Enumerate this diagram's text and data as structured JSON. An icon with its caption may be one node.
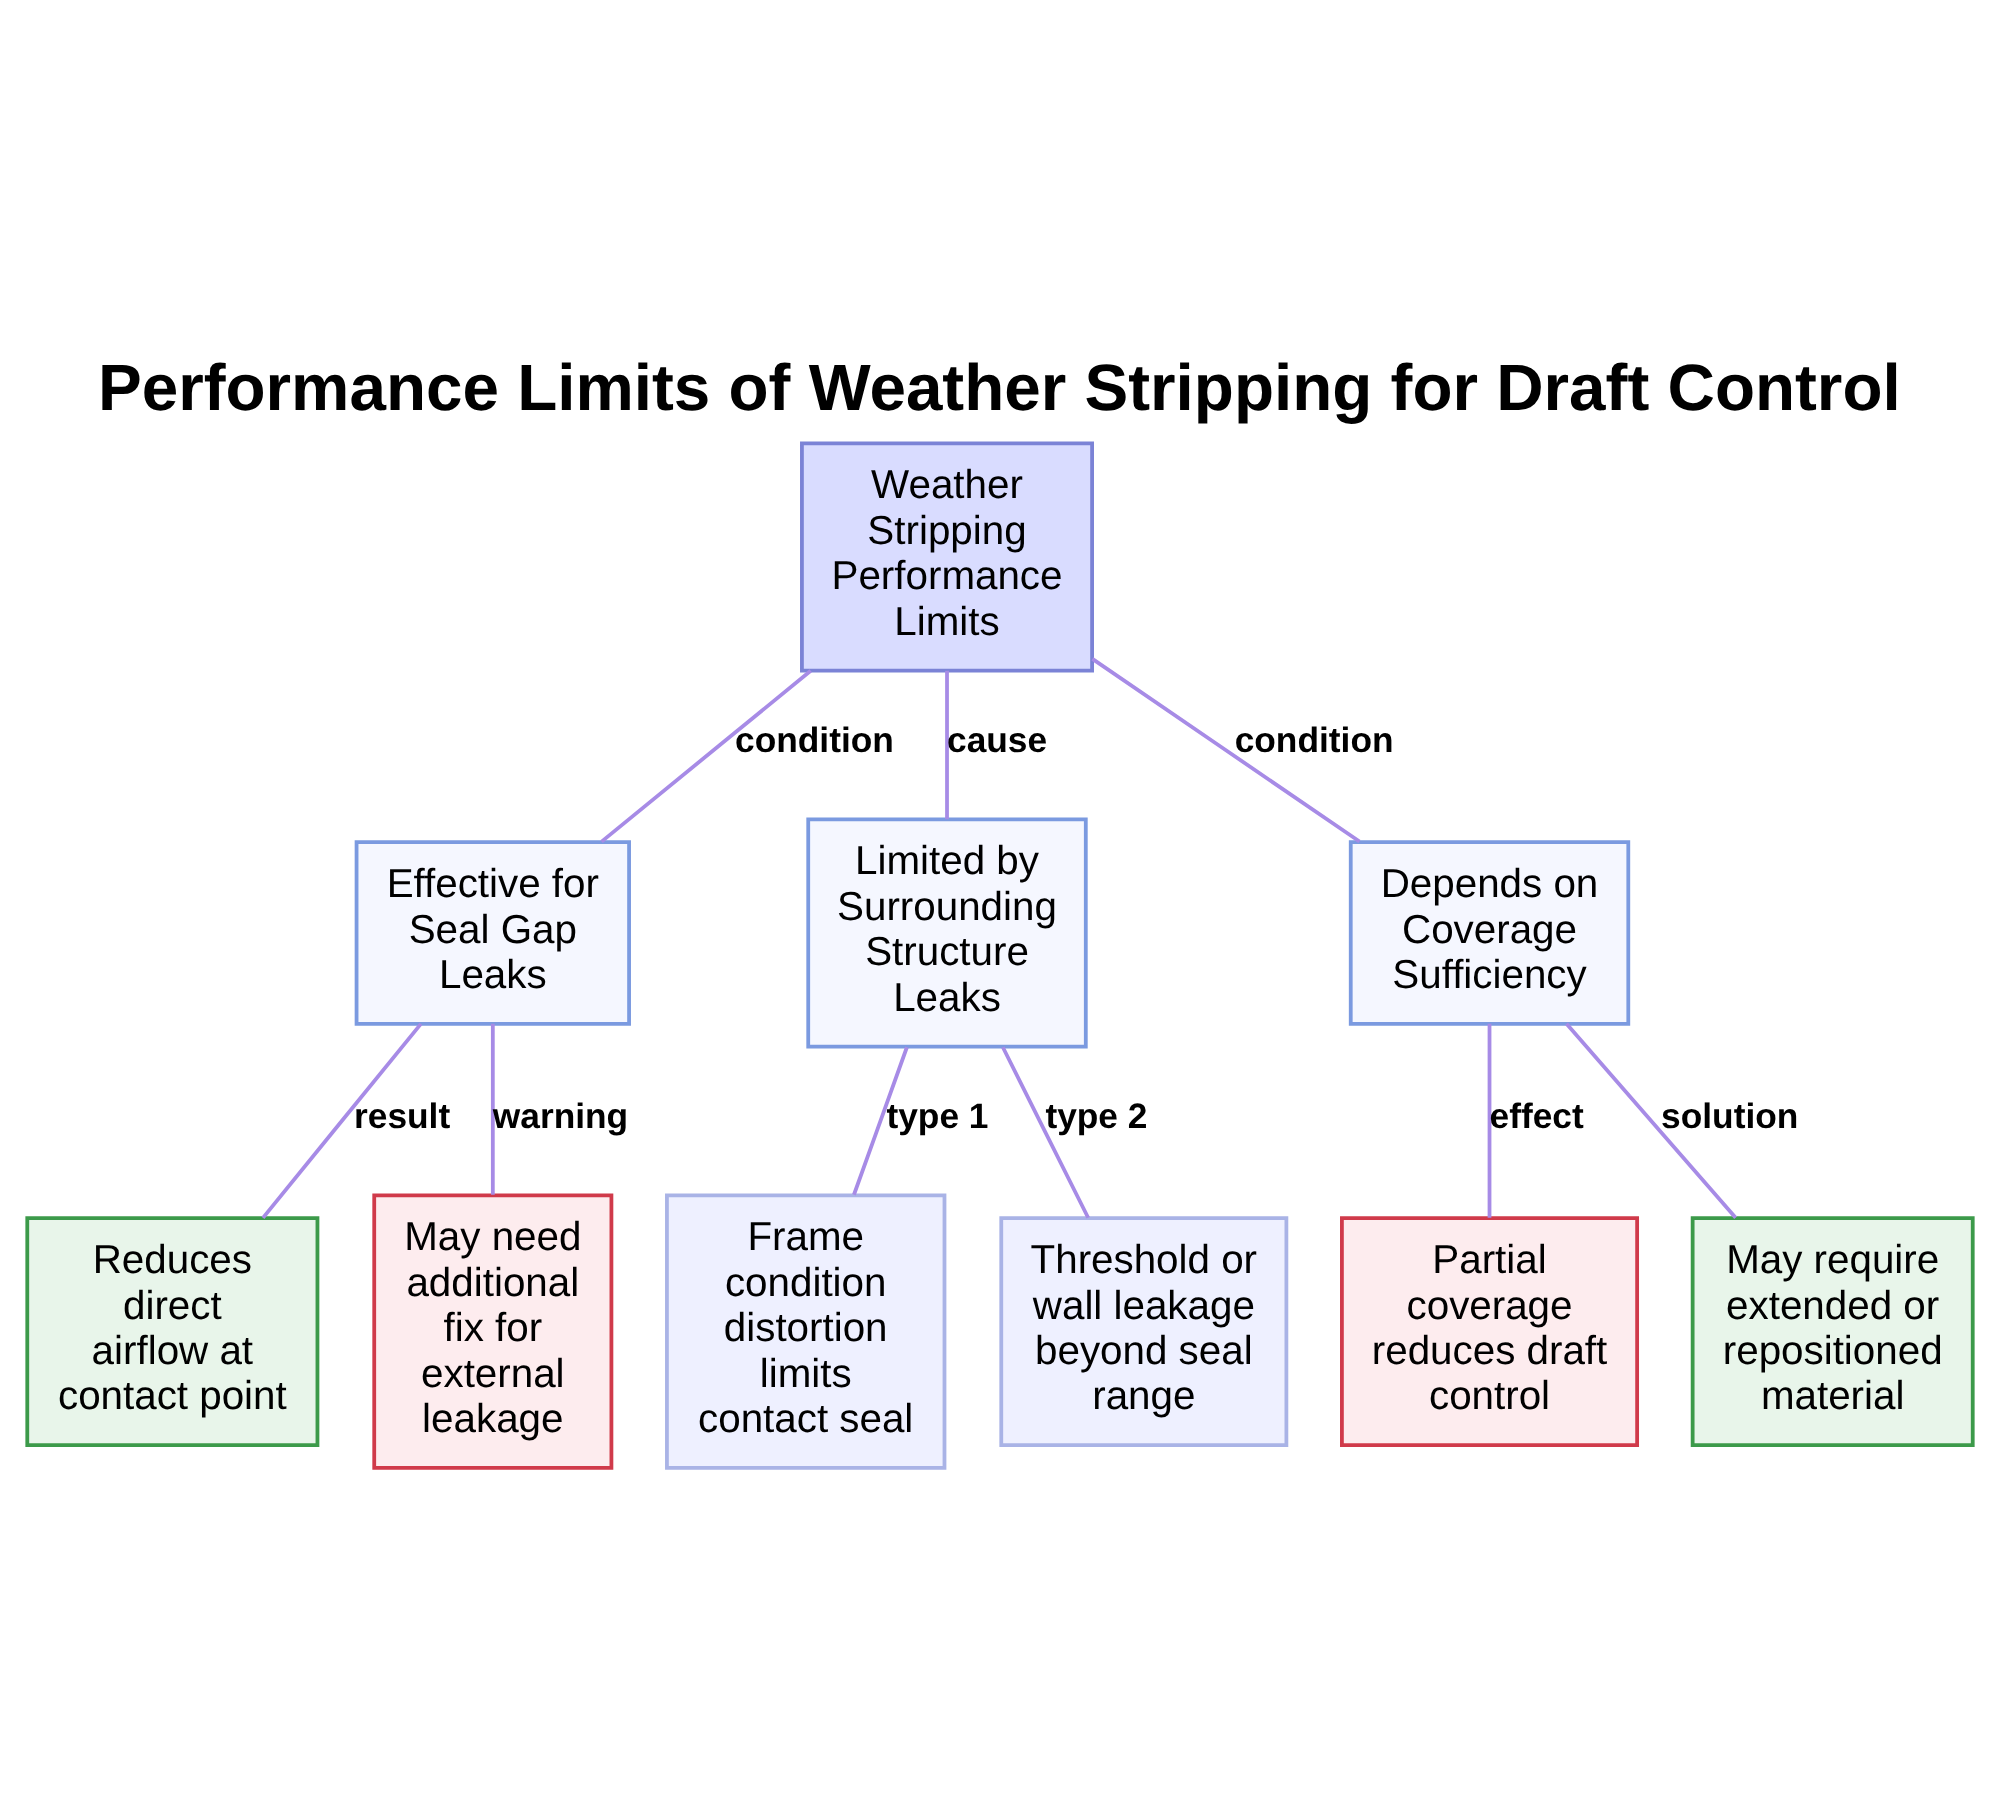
{
  "diagram": {
    "title": "Performance Limits of Weather Stripping for Draft Control",
    "nodes": [
      {
        "text": [
          "Weather Stripping Performance Limits"
        ]
      },
      {
        "text": [
          "Effective for Seal Gap Leaks"
        ]
      },
      {
        "text": [
          "Limited by Surrounding Structure Leaks"
        ]
      },
      {
        "text": [
          "Depends on Coverage Sufficiency"
        ]
      },
      {
        "text": [
          "Reduces direct airflow at contact point"
        ]
      },
      {
        "text": [
          "May need additional fix for external leakage"
        ]
      },
      {
        "text": [
          "Frame condition distortion limits contact seal"
        ]
      },
      {
        "text": [
          "Threshold or wall leakage beyond seal range"
        ]
      },
      {
        "text": [
          "Partial coverage reduces draft control"
        ]
      },
      {
        "text": [
          "May require extended or repositioned material"
        ]
      }
    ],
    "edges": [
      {
        "from": 0,
        "to": 1,
        "arrow": "none",
        "label": "condition"
      },
      {
        "from": 0,
        "to": 2,
        "arrow": "none",
        "label": "cause"
      },
      {
        "from": 0,
        "to": 3,
        "arrow": "none",
        "label": "condition"
      },
      {
        "from": 1,
        "to": 4,
        "arrow": "none",
        "label": "result"
      },
      {
        "from": 1,
        "to": 5,
        "arrow": "none",
        "label": "warning"
      },
      {
        "from": 2,
        "to": 6,
        "arrow": "none",
        "label": "type 1"
      },
      {
        "from": 2,
        "to": 7,
        "arrow": "none",
        "label": "type 2"
      },
      {
        "from": 3,
        "to": 8,
        "arrow": "none",
        "label": "effect"
      },
      {
        "from": 3,
        "to": 9,
        "arrow": "none",
        "label": "solution"
      }
    ]
  }
}
